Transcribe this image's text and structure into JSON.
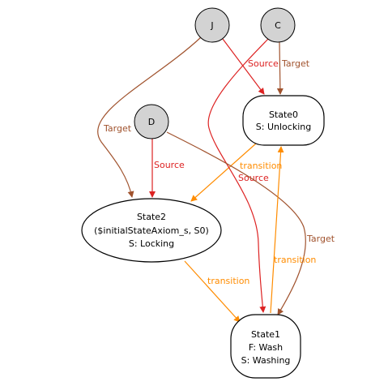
{
  "colors": {
    "source": "#dd2222",
    "target": "#a0522d",
    "transition": "#ff8c00",
    "node_fill": "#ffffff",
    "circle_fill": "#d3d3d3"
  },
  "nodes": {
    "j": {
      "label": "J"
    },
    "c": {
      "label": "C"
    },
    "d": {
      "label": "D"
    },
    "state0": {
      "lines": [
        "State0",
        "S: Unlocking"
      ]
    },
    "state2": {
      "lines": [
        "State2",
        "($initialStateAxiom_s, S0)",
        "S: Locking"
      ]
    },
    "state1": {
      "lines": [
        "State1",
        "F: Wash",
        "S: Washing"
      ]
    }
  },
  "edges": {
    "j_state0": {
      "label": "Source",
      "kind": "source"
    },
    "c_state0": {
      "label": "Target",
      "kind": "target"
    },
    "j_state2": {
      "label": "Target",
      "kind": "target"
    },
    "d_state2": {
      "label": "Source",
      "kind": "source"
    },
    "state0_state2": {
      "label": "transition",
      "kind": "transition"
    },
    "c_state1": {
      "label": "Source",
      "kind": "source"
    },
    "d_state1": {
      "label": "Target",
      "kind": "target"
    },
    "state2_state1": {
      "label": "transition",
      "kind": "transition"
    },
    "state1_state0": {
      "label": "transition",
      "kind": "transition"
    }
  }
}
